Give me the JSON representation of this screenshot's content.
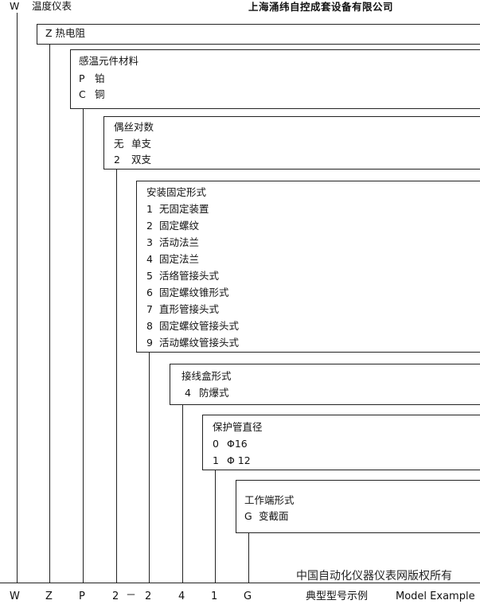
{
  "header": {
    "code": "W",
    "title": "温度仪表",
    "company": "上海涌纬自控成套设备有限公司"
  },
  "levels": [
    {
      "title": "Z  热电阻",
      "options": []
    },
    {
      "title": "感温元件材料",
      "options": [
        {
          "code": "P",
          "text": "铂"
        },
        {
          "code": "C",
          "text": "铜"
        }
      ]
    },
    {
      "title": "偶丝对数",
      "options": [
        {
          "code": "无",
          "text": "单支"
        },
        {
          "code": "2",
          "text": "双支"
        }
      ]
    },
    {
      "title": "安装固定形式",
      "options": [
        {
          "code": "1",
          "text": "无固定装置"
        },
        {
          "code": "2",
          "text": "固定螺纹"
        },
        {
          "code": "3",
          "text": "活动法兰"
        },
        {
          "code": "4",
          "text": "固定法兰"
        },
        {
          "code": "5",
          "text": "活络管接头式"
        },
        {
          "code": "6",
          "text": "固定螺纹锥形式"
        },
        {
          "code": "7",
          "text": "直形管接头式"
        },
        {
          "code": "8",
          "text": "固定螺纹管接头式"
        },
        {
          "code": "9",
          "text": "活动螺纹管接头式"
        }
      ]
    },
    {
      "title": "接线盒形式",
      "options": [
        {
          "code": "4",
          "text": "防爆式"
        }
      ]
    },
    {
      "title": "保护管直径",
      "options": [
        {
          "code": "0",
          "text": "Φ16"
        },
        {
          "code": "1",
          "text": "Φ 12"
        }
      ]
    },
    {
      "title": "工作端形式",
      "options": [
        {
          "code": "G",
          "text": "变截面"
        }
      ]
    }
  ],
  "example": {
    "codes": [
      "W",
      "Z",
      "P",
      "2",
      "－",
      "2",
      "4",
      "1",
      "G"
    ],
    "label_cn": "典型型号示例",
    "label_en": "Model Example"
  },
  "watermark": "中国自动化仪器仪表网版权所有"
}
